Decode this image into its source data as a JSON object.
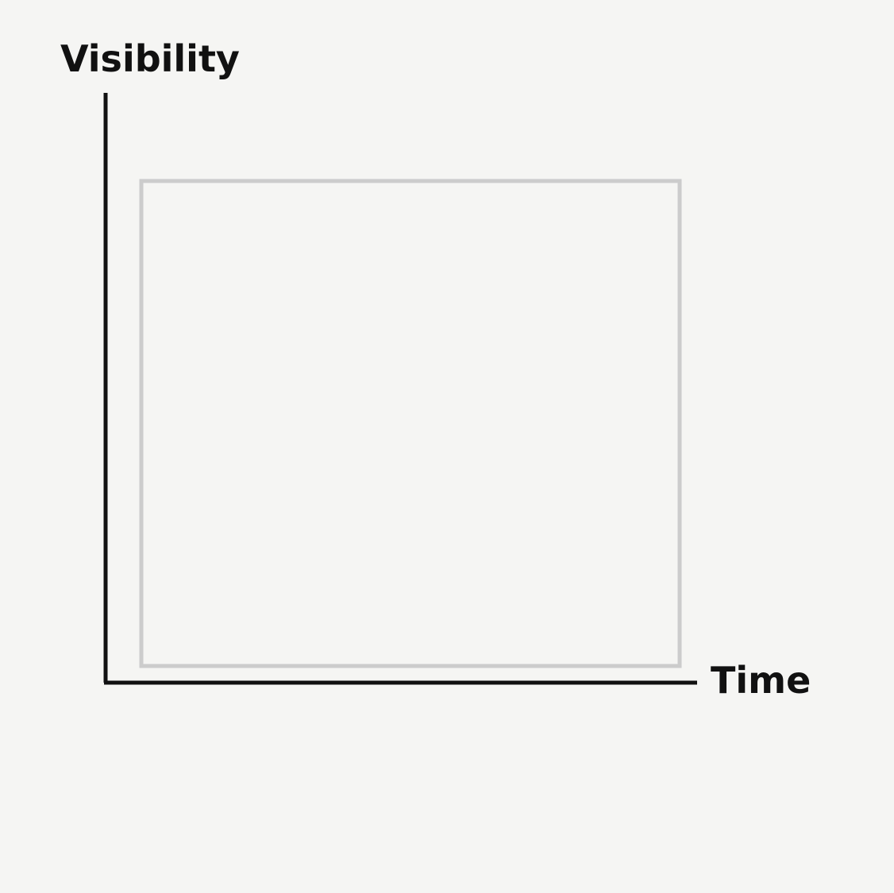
{
  "chart_data": {
    "type": "line",
    "title": "",
    "xlabel": "Time",
    "ylabel": "Visibility",
    "series": [],
    "grid": false,
    "legend": "none",
    "colors": {
      "background": "#f5f5f3",
      "axis": "#111111",
      "plot_frame": "#cccccc"
    }
  }
}
